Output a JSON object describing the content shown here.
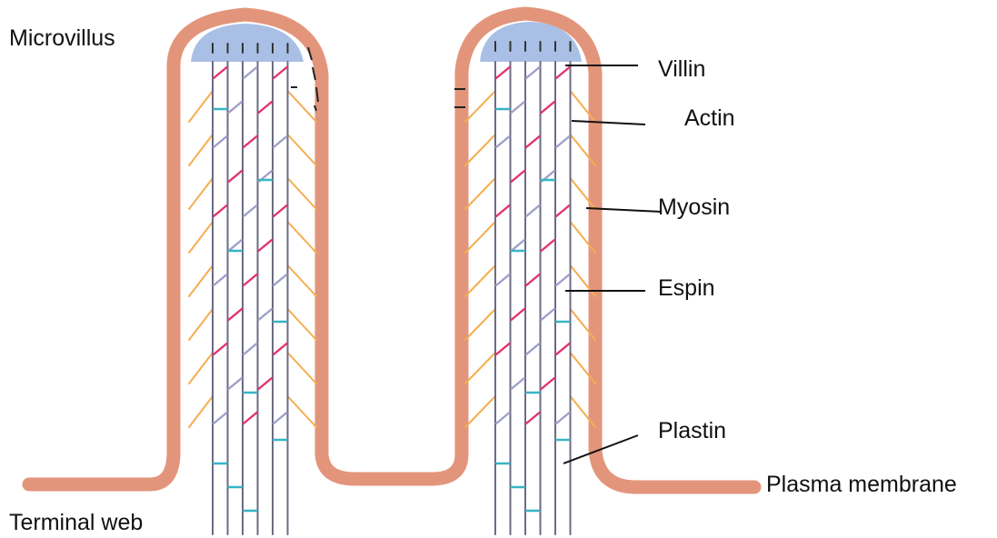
{
  "labels": {
    "microvillus": "Microvillus",
    "villin": "Villin",
    "actin": "Actin",
    "myosin": "Myosin",
    "espin": "Espin",
    "plastin": "Plastin",
    "plasma_membrane": "Plasma membrane",
    "terminal_web": "Terminal web"
  },
  "colors": {
    "membrane": "#E3957B",
    "villin_cap": "#A9BFE5",
    "actin": "#6B6B85",
    "myosin": "#F5AE4E",
    "espin_magenta": "#E3336F",
    "espin_lavender": "#9F9FC9",
    "plastin": "#38B4C4",
    "leader": "#111111"
  }
}
